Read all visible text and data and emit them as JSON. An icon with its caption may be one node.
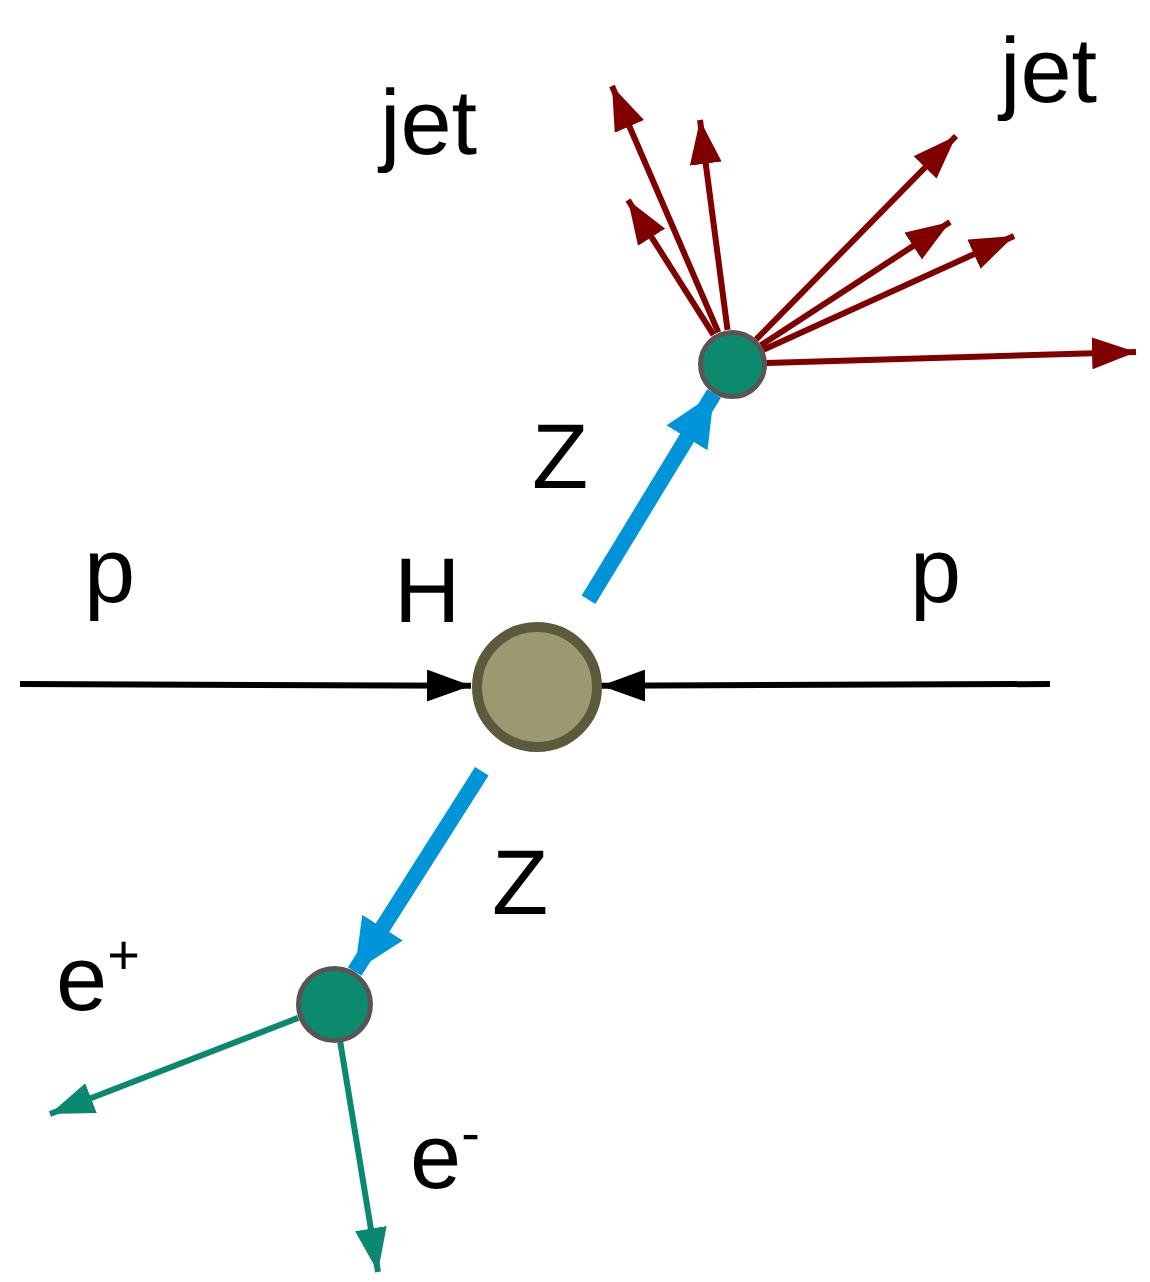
{
  "diagram": {
    "nodes": [
      {
        "text": [
          "H"
        ]
      },
      {
        "text": [],
        "shape": "circle"
      },
      {
        "text": [],
        "shape": "circle"
      }
    ],
    "edges": [
      {
        "from": null,
        "to": 0,
        "arrow": "to",
        "label": "p",
        "color": "#000000"
      },
      {
        "from": null,
        "to": 0,
        "arrow": "to",
        "label": "p",
        "color": "#000000"
      },
      {
        "from": 0,
        "to": 1,
        "arrow": "to",
        "label": "Z",
        "style": "thick",
        "color": "#0095d9"
      },
      {
        "from": 0,
        "to": 2,
        "arrow": "to",
        "label": "Z",
        "style": "thick",
        "color": "#0095d9"
      },
      {
        "from": 2,
        "to": null,
        "arrow": "to",
        "label": "e$^{+}$",
        "color": "#0b8870"
      },
      {
        "from": 2,
        "to": null,
        "arrow": "to",
        "label": "e$^{-}$",
        "color": "#0b8870"
      },
      {
        "from": 1,
        "to": null,
        "arrow": "to"
      },
      {
        "from": 1,
        "to": null,
        "arrow": "to"
      },
      {
        "from": 1,
        "to": null,
        "arrow": "to"
      },
      {
        "from": 1,
        "to": null,
        "arrow": "to"
      },
      {
        "from": 1,
        "to": null,
        "arrow": "to"
      },
      {
        "from": 1,
        "to": null,
        "arrow": "to"
      },
      {
        "from": 1,
        "to": null,
        "arrow": "to"
      }
    ],
    "labels": [
      "jet",
      "jet"
    ]
  }
}
